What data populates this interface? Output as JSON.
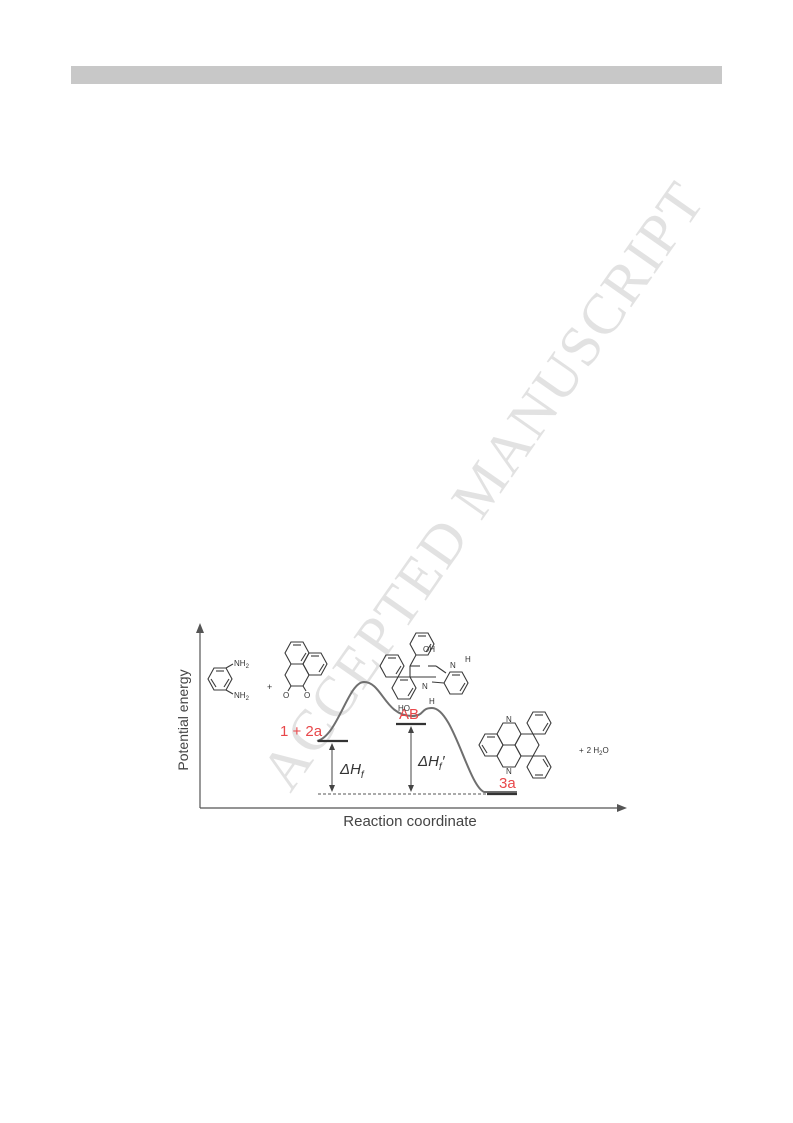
{
  "watermark": "ACCEPTED MANUSCRIPT",
  "diagram": {
    "y_axis_label": "Potential energy",
    "x_axis_label": "Reaction coordinate",
    "states": {
      "reactants": "1 + 2a",
      "intermediate": "AB",
      "product": "3a"
    },
    "enthalpy_labels": {
      "first": "ΔH",
      "first_sub": "f",
      "second": "ΔH",
      "second_sub": "f",
      "second_prime": "′"
    },
    "molecule_text": {
      "nh2_top": "NH",
      "nh2_bottom": "NH",
      "sub2": "2",
      "plus": "+",
      "oxygen_left": "O",
      "oxygen_right": "O",
      "oh_top": "OH",
      "ho_bottom": "HO",
      "n_top": "N",
      "h_top": "H",
      "n_bottom": "N",
      "h_bottom": "H",
      "product_n_top": "N",
      "product_n_bottom": "N",
      "water_plus": "+",
      "water_coeff": "2 H",
      "water_sub": "2",
      "water_o": "O"
    },
    "colors": {
      "state_label": "#e8474a",
      "curve": "#6f6f6f",
      "structure": "#3a3a3a"
    }
  }
}
